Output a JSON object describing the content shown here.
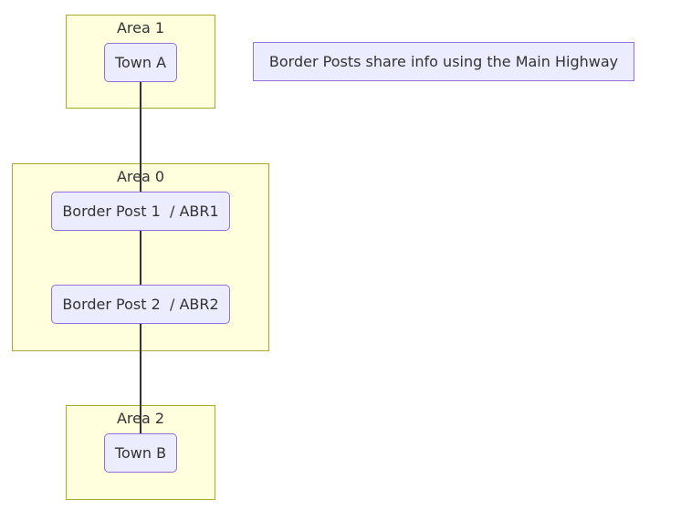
{
  "diagram": {
    "type": "flowchart",
    "clusters": [
      {
        "id": "area1",
        "label": "Area 1"
      },
      {
        "id": "area0",
        "label": "Area 0"
      },
      {
        "id": "area2",
        "label": "Area 2"
      }
    ],
    "nodes": [
      {
        "id": "townA",
        "label": "Town A",
        "cluster": "area1"
      },
      {
        "id": "abr1",
        "label": "Border Post 1  / ABR1",
        "cluster": "area0"
      },
      {
        "id": "abr2",
        "label": "Border Post 2  / ABR2",
        "cluster": "area0"
      },
      {
        "id": "townB",
        "label": "Town B",
        "cluster": "area2"
      }
    ],
    "edges": [
      {
        "from": "townA",
        "to": "abr1"
      },
      {
        "from": "abr1",
        "to": "abr2"
      },
      {
        "from": "abr2",
        "to": "townB"
      }
    ],
    "note": "Border Posts share info using the Main Highway",
    "colors": {
      "cluster_fill": "#ffffde",
      "cluster_border": "#aaaa33",
      "node_fill": "#ececff",
      "node_border": "#9370db",
      "edge": "#333333",
      "text": "#333333"
    }
  }
}
